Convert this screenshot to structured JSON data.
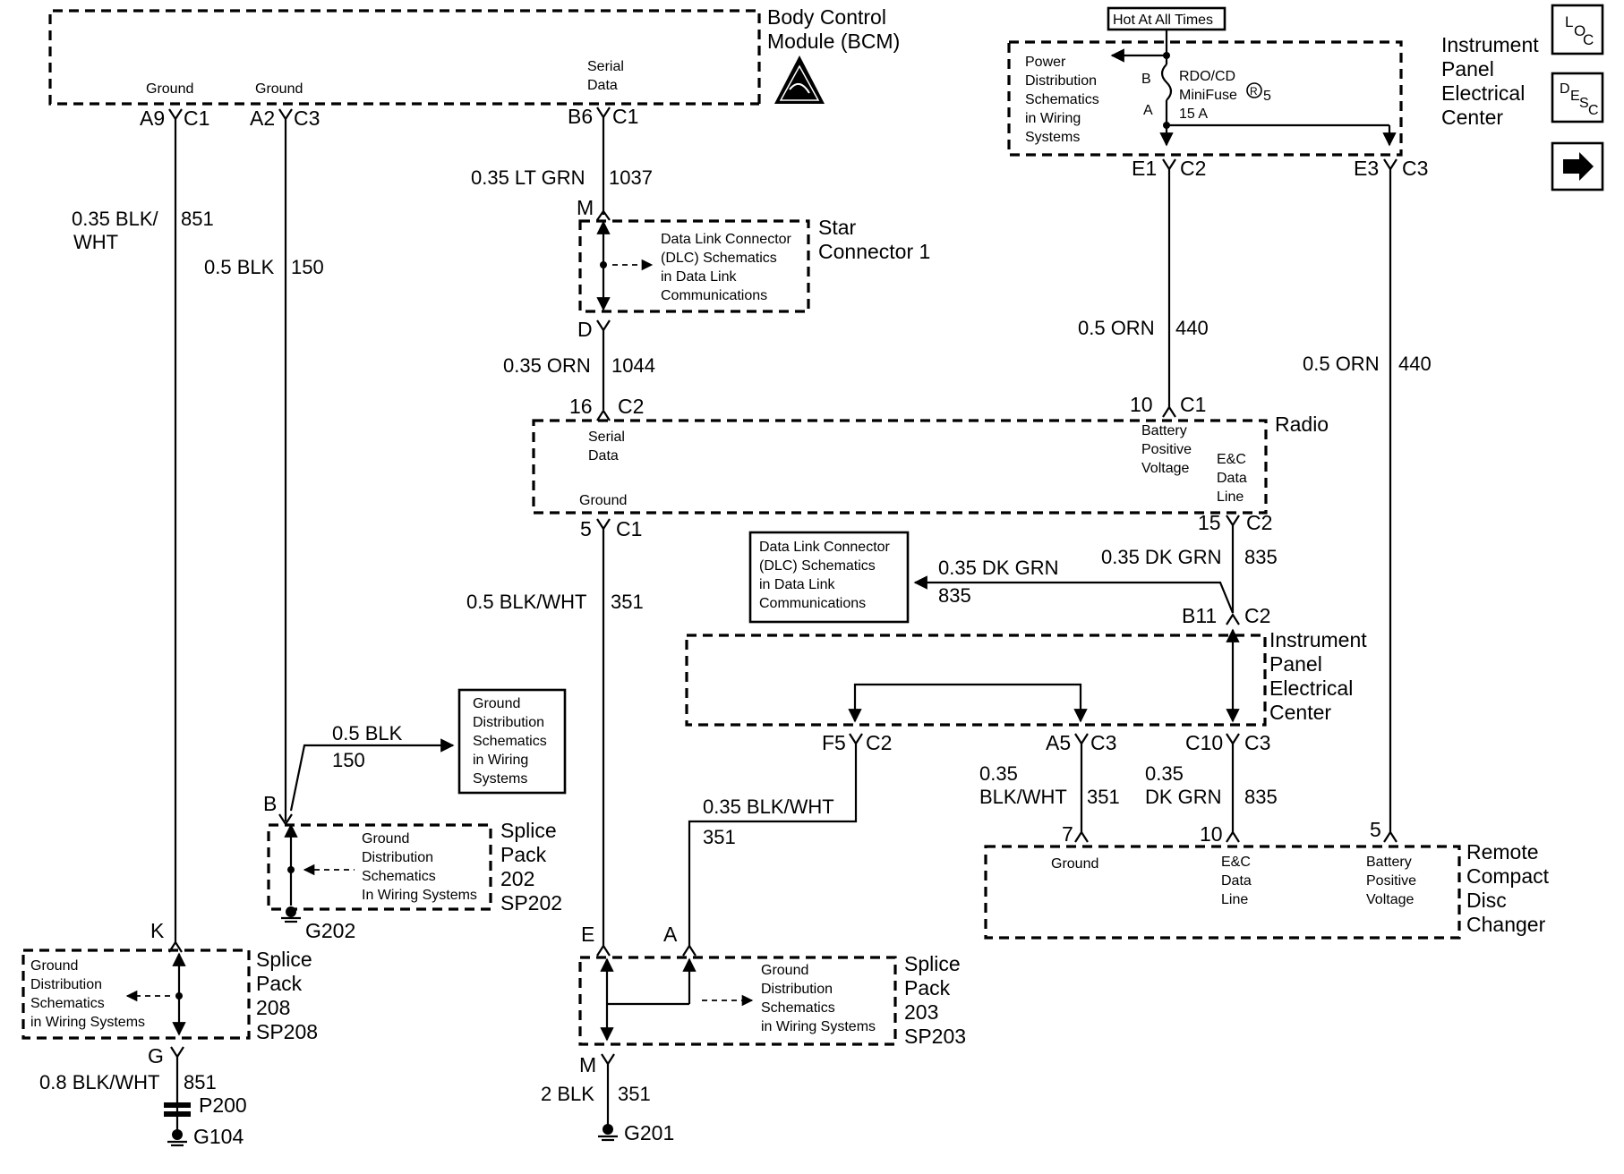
{
  "bcm": {
    "title_line1": "Body Control",
    "title_line2": "Module (BCM)",
    "ground_1": "Ground",
    "ground_2": "Ground",
    "serial_line1": "Serial",
    "serial_line2": "Data",
    "pin_a9": "A9",
    "conn_a9": "C1",
    "pin_a2": "A2",
    "conn_a2": "C3",
    "pin_b6": "B6",
    "conn_b6": "C1"
  },
  "wires": {
    "w851_line1": "0.35 BLK/",
    "w851_line2": "WHT",
    "w851_circuit": "851",
    "w150": "0.5 BLK",
    "w150_circuit": "150",
    "w1037": "0.35 LT GRN",
    "w1037_circuit": "1037",
    "w1044": "0.35 ORN",
    "w1044_circuit": "1044",
    "w440a": "0.5 ORN",
    "w440a_circuit": "440",
    "w440b": "0.5 ORN",
    "w440b_circuit": "440",
    "w351": "0.5 BLK/WHT",
    "w351_circuit": "351",
    "w835_dlc": "0.35 DK GRN",
    "w835_dlc_circuit": "835",
    "w835_top": "0.35 DK GRN",
    "w835_top_circuit": "835",
    "w150_branch": "0.5 BLK",
    "w150_branch_circuit": "150",
    "w351_f5": "0.35 BLK/WHT",
    "w351_f5_circuit": "351",
    "w351_a5_line1": "0.35",
    "w351_a5_line2": "BLK/WHT",
    "w351_a5_circuit": "351",
    "w835_c10_line1": "0.35",
    "w835_c10_line2": "DK GRN",
    "w835_c10_circuit": "835",
    "w851_g": "0.8 BLK/WHT",
    "w851_g_circuit": "851",
    "w351_m": "2 BLK",
    "w351_m_circuit": "351"
  },
  "star": {
    "title_line1": "Star",
    "title_line2": "Connector 1",
    "pin_m": "M",
    "pin_d": "D",
    "ref_line1": "Data Link Connector",
    "ref_line2": "(DLC) Schematics",
    "ref_line3": "in Data Link",
    "ref_line4": "Communications"
  },
  "ipec_top": {
    "hot_label": "Hot At All Times",
    "title_line1": "Instrument",
    "title_line2": "Panel",
    "title_line3": "Electrical",
    "title_line4": "Center",
    "ref_line1": "Power",
    "ref_line2": "Distribution",
    "ref_line3": "Schematics",
    "ref_line4": "in Wiring",
    "ref_line5": "Systems",
    "fuse_b": "B",
    "fuse_a": "A",
    "fuse_line1": "RDO/CD",
    "fuse_line2": "MiniFuse",
    "fuse_reg": "R",
    "fuse_num": "5",
    "fuse_line3": "15 A",
    "pin_e1": "E1",
    "conn_e1": "C2",
    "pin_e3": "E3",
    "conn_e3": "C3"
  },
  "radio": {
    "title": "Radio",
    "pin_16": "16",
    "conn_16": "C2",
    "serial_line1": "Serial",
    "serial_line2": "Data",
    "ground": "Ground",
    "pin_5": "5",
    "conn_5": "C1",
    "pin_10": "10",
    "conn_10": "C1",
    "bpv_line1": "Battery",
    "bpv_line2": "Positive",
    "bpv_line3": "Voltage",
    "ec_line1": "E&C",
    "ec_line2": "Data",
    "ec_line3": "Line",
    "pin_15": "15",
    "conn_15": "C2"
  },
  "dlc_ref": {
    "line1": "Data Link Connector",
    "line2": "(DLC) Schematics",
    "line3": "in Data Link",
    "line4": "Communications"
  },
  "ipec_mid": {
    "title_line1": "Instrument",
    "title_line2": "Panel",
    "title_line3": "Electrical",
    "title_line4": "Center",
    "pin_b11": "B11",
    "conn_b11": "C2",
    "pin_f5": "F5",
    "conn_f5": "C2",
    "pin_a5": "A5",
    "conn_a5": "C3",
    "pin_c10": "C10",
    "conn_c10": "C3"
  },
  "gnd_ref": {
    "line1": "Ground",
    "line2": "Distribution",
    "line3": "Schematics",
    "line4": "in Wiring",
    "line5": "Systems"
  },
  "sp202": {
    "pin_b": "B",
    "ref_line1": "Ground",
    "ref_line2": "Distribution",
    "ref_line3": "Schematics",
    "ref_line4": "In Wiring Systems",
    "title_line1": "Splice",
    "title_line2": "Pack",
    "title_line3": "202",
    "title_line4": "SP202",
    "ground": "G202"
  },
  "sp208": {
    "pin_k": "K",
    "pin_g": "G",
    "ref_line1": "Ground",
    "ref_line2": "Distribution",
    "ref_line3": "Schematics",
    "ref_line4": "in Wiring Systems",
    "title_line1": "Splice",
    "title_line2": "Pack",
    "title_line3": "208",
    "title_line4": "SP208",
    "p200": "P200",
    "g104": "G104"
  },
  "sp203": {
    "pin_e": "E",
    "pin_a": "A",
    "pin_m": "M",
    "ref_line1": "Ground",
    "ref_line2": "Distribution",
    "ref_line3": "Schematics",
    "ref_line4": "in Wiring Systems",
    "title_line1": "Splice",
    "title_line2": "Pack",
    "title_line3": "203",
    "title_line4": "SP203",
    "g201": "G201"
  },
  "rcd": {
    "title_line1": "Remote",
    "title_line2": "Compact",
    "title_line3": "Disc",
    "title_line4": "Changer",
    "pin_7": "7",
    "ground": "Ground",
    "pin_10": "10",
    "ec_line1": "E&C",
    "ec_line2": "Data",
    "ec_line3": "Line",
    "pin_5": "5",
    "bpv_line1": "Battery",
    "bpv_line2": "Positive",
    "bpv_line3": "Voltage"
  },
  "side_icons": {
    "loc_l": "L",
    "loc_o": "O",
    "loc_c": "C",
    "desc_d": "D",
    "desc_e": "E",
    "desc_s": "S",
    "desc_c": "C",
    "next_icon": "arrow-right-icon"
  }
}
